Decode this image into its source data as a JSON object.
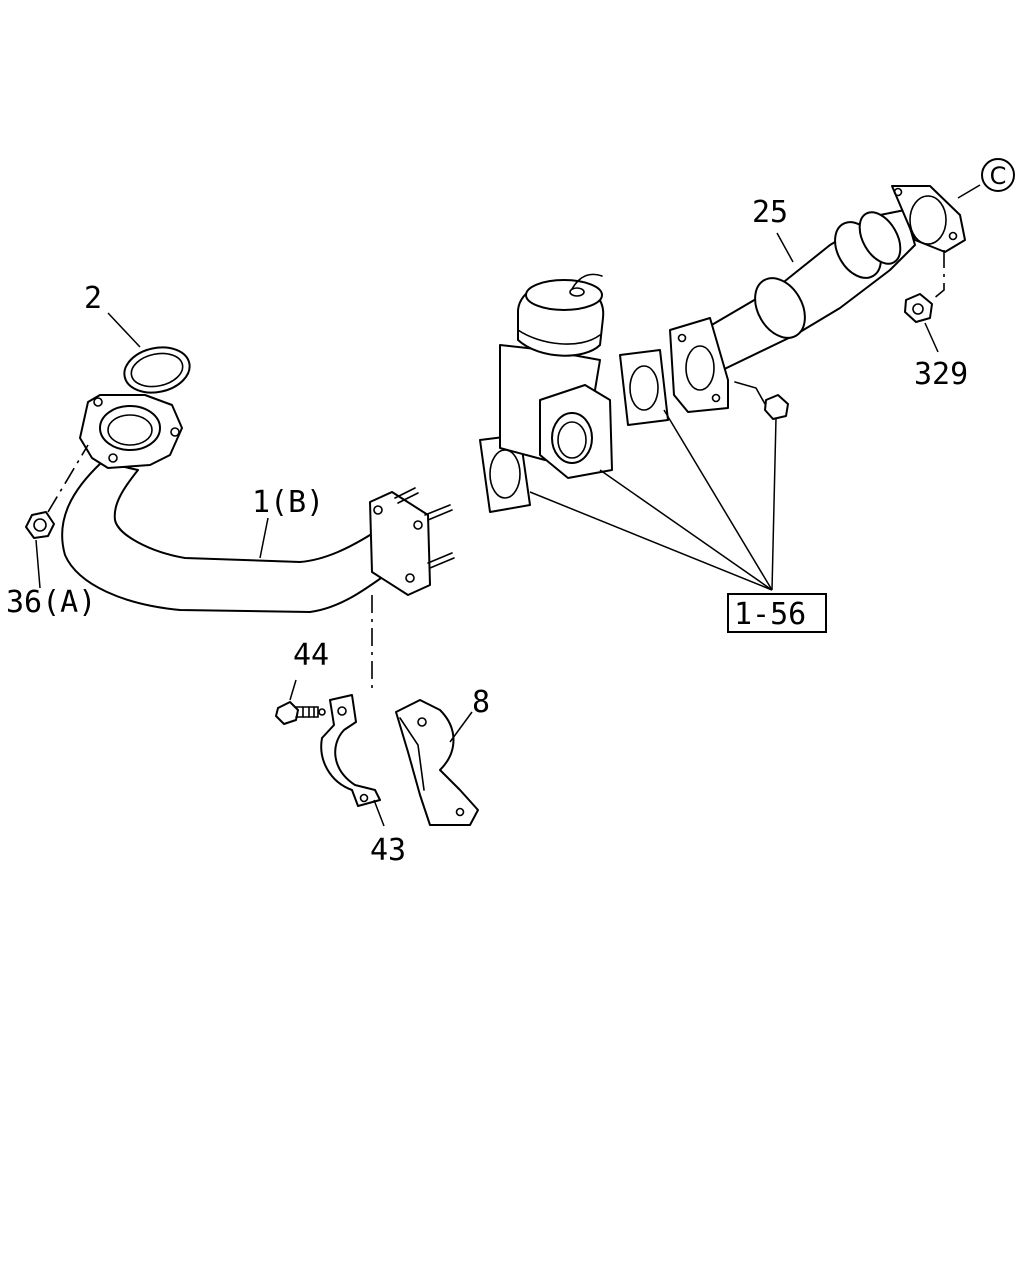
{
  "diagram": {
    "callouts": {
      "part_2": "2",
      "part_1b": "1(B)",
      "part_36a": "36(A)",
      "part_44": "44",
      "part_43": "43",
      "part_8": "8",
      "part_25": "25",
      "part_329": "329",
      "ref_1_56": "1-56",
      "ref_c": "C"
    },
    "colors": {
      "line": "#000000",
      "background": "#ffffff"
    }
  }
}
